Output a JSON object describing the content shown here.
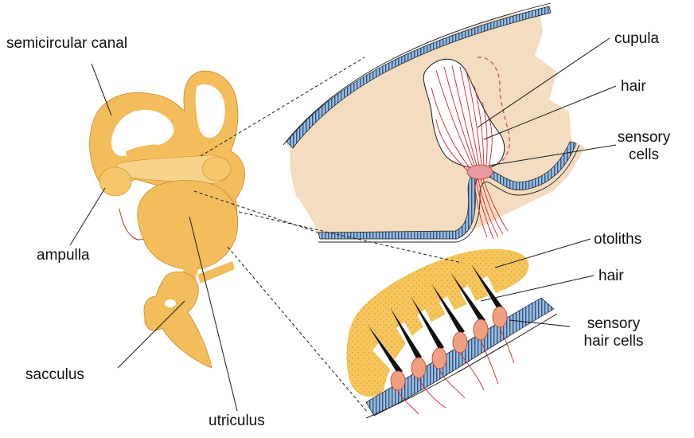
{
  "labels": {
    "semicircular_canal": "semicircular canal",
    "ampulla": "ampulla",
    "sacculus": "sacculus",
    "utriculus": "utriculus",
    "cupula": "cupula",
    "hair_top": "hair",
    "sensory_cells_line1": "sensory",
    "sensory_cells_line2": "cells",
    "otoliths": "otoliths",
    "hair_bottom": "hair",
    "sensory_hair_cells_line1": "sensory",
    "sensory_hair_cells_line2": "hair cells"
  },
  "colors": {
    "labyrinth": "#f3bd5c",
    "labyrinth_light": "#f8d48a",
    "tissue": "#f3dcc0",
    "epithelium": "#8fb0d8",
    "hair_fibers": "#d8242a",
    "otolith": "#f4c45a",
    "cell_body": "#f0a080",
    "cupula": "#ffffff"
  }
}
